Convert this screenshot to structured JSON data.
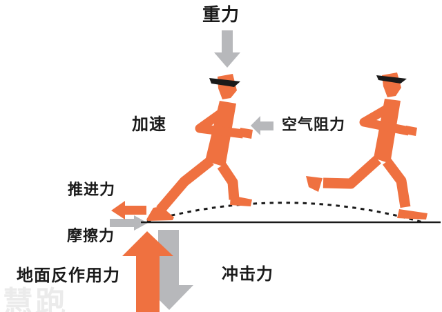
{
  "colors": {
    "runner_orange": "#EF7140",
    "arrow_gray": "#B7B8BB",
    "ink_black": "#1A1A1A",
    "watermark_gray": "#EBEBEB"
  },
  "labels": {
    "gravity": "重力",
    "acceleration": "加速",
    "air_resistance": "空气阻力",
    "propulsion": "推进力",
    "friction": "摩擦力",
    "ground_reaction": "地面反作用力",
    "impact": "冲击力"
  },
  "watermark": "慧跑",
  "arrows": [
    {
      "name": "gravity-arrow",
      "direction": "down",
      "color": "gray"
    },
    {
      "name": "air-resistance-arrow",
      "direction": "left",
      "color": "gray"
    },
    {
      "name": "propulsion-arrow",
      "direction": "left",
      "color": "orange"
    },
    {
      "name": "friction-arrow",
      "direction": "right",
      "color": "gray"
    },
    {
      "name": "ground-reaction-arrow",
      "direction": "up",
      "color": "orange"
    },
    {
      "name": "impact-arrow",
      "direction": "down",
      "color": "gray"
    }
  ],
  "figures": [
    {
      "name": "runner-push-off",
      "color": "orange"
    },
    {
      "name": "runner-landing",
      "color": "orange"
    }
  ]
}
